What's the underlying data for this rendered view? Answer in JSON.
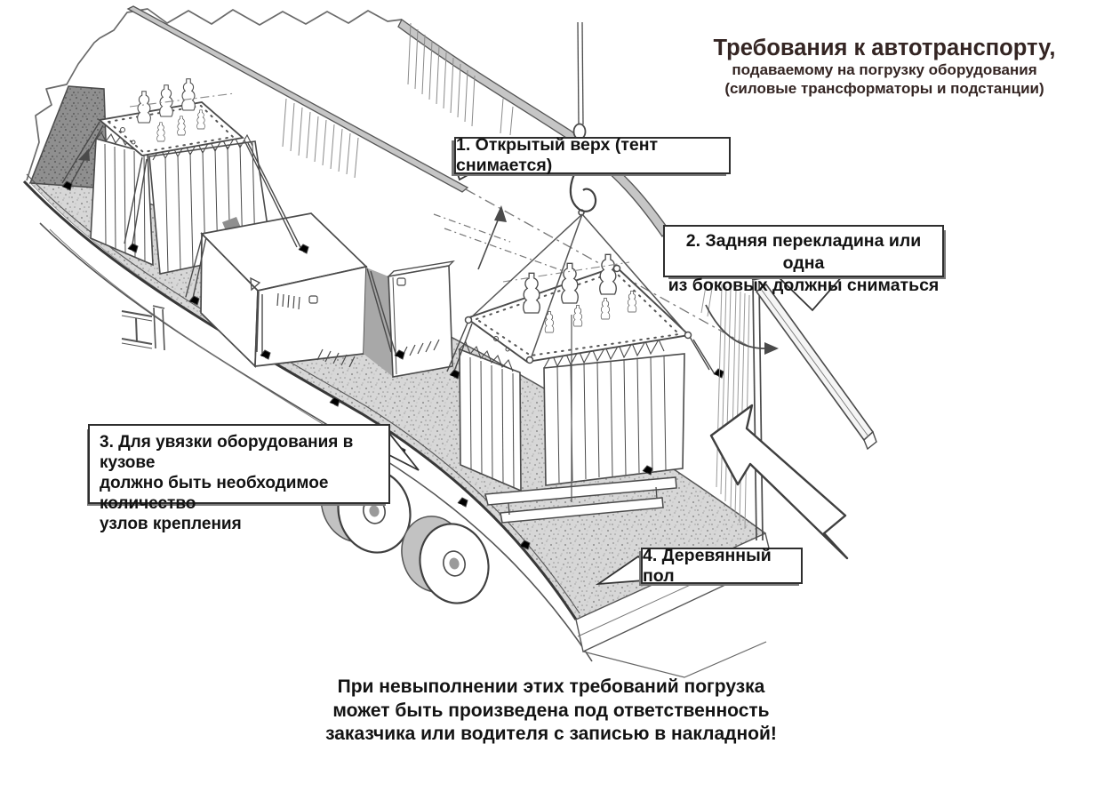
{
  "title": {
    "line1": "Требования к автотранспорту,",
    "line2": "подаваемому на погрузку оборудования",
    "line3": "(силовые трансформаторы и подстанции)"
  },
  "callouts": {
    "open_top": {
      "text": "1. Открытый верх (тент снимается)"
    },
    "crossbar": {
      "line1": "2. Задняя перекладина или одна",
      "line2": "из боковых должны сниматься"
    },
    "lashing": {
      "line1": "3. Для увязки оборудования в кузове",
      "line2": "должно быть необходимое количество",
      "line3": "узлов крепления"
    },
    "floor": {
      "text": "4. Деревянный пол"
    }
  },
  "footer": {
    "line1": "При невыполнении этих требований погрузка",
    "line2": "может быть произведена под ответственность",
    "line3": "заказчика или водителя с записью в накладной!"
  },
  "colors": {
    "ink": "#4a4a4a",
    "title_text": "#342523",
    "label_text": "#121212",
    "paper": "#ffffff",
    "beam_fill": "#c6c6c6",
    "floor_stipple_base": "#d7d7d7",
    "headboard_base": "#8f8f8f"
  }
}
